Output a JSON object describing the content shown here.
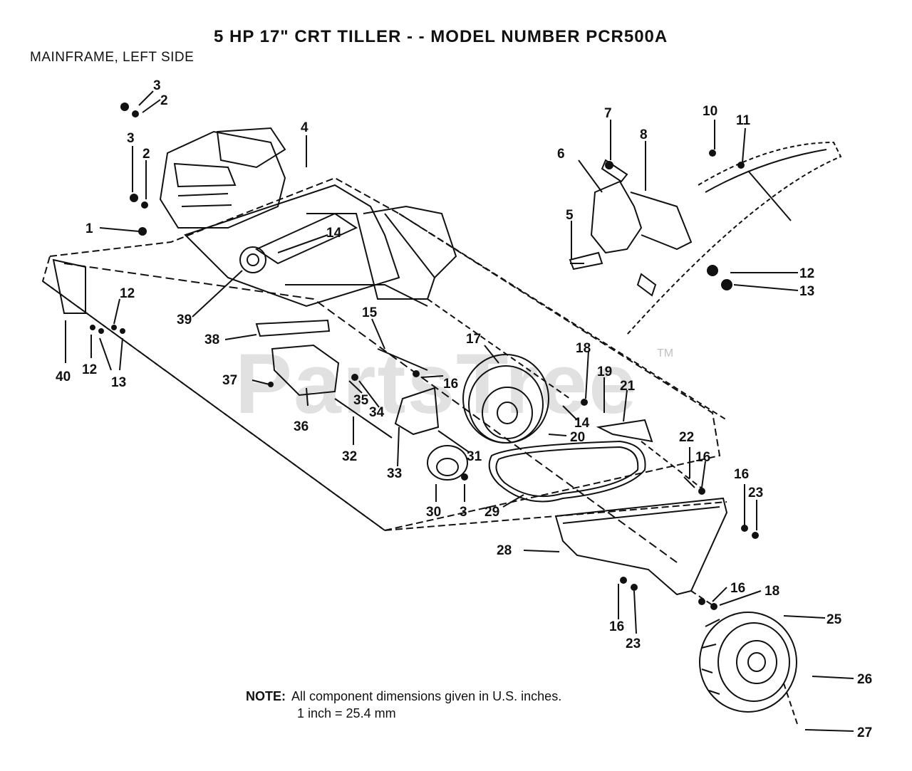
{
  "title": "5 HP  17\" CRT TILLER - - MODEL NUMBER PCR500A",
  "subtitle": "MAINFRAME, LEFT SIDE",
  "note": {
    "label": "NOTE:",
    "line1": "All component dimensions given in U.S. inches.",
    "line2": "1 inch = 25.4 mm"
  },
  "watermark": {
    "text": "PartsTree",
    "tm": "TM"
  },
  "callouts": [
    "1",
    "2",
    "3",
    "4",
    "5",
    "6",
    "7",
    "8",
    "10",
    "11",
    "12",
    "13",
    "14",
    "15",
    "16",
    "17",
    "18",
    "19",
    "20",
    "21",
    "22",
    "23",
    "25",
    "26",
    "27",
    "28",
    "29",
    "30",
    "31",
    "32",
    "33",
    "34",
    "35",
    "36",
    "37",
    "38",
    "39",
    "40"
  ]
}
